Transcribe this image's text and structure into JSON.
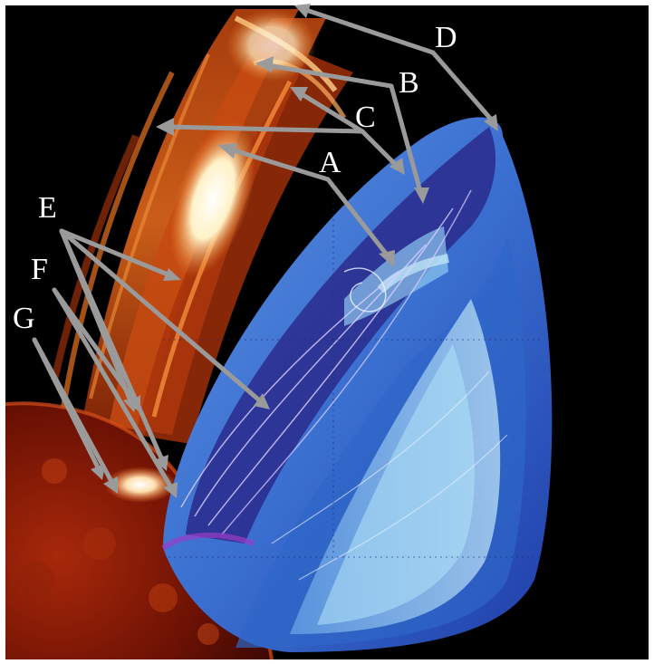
{
  "colors": {
    "background": "#000000",
    "frame": "#ffffff",
    "sun_surface": "#6e1204",
    "sun_glow": "#c2360c",
    "loop_bright": "#fff2c8",
    "loop_orange": "#e0671b",
    "model_outer": "#2f66c8",
    "model_dark": "#2a2a8c",
    "model_light": "#aee0f7",
    "arrow": "#9a9a9a",
    "label": "#ffffff"
  },
  "labels": {
    "A": "A",
    "B": "B",
    "C": "C",
    "D": "D",
    "E": "E",
    "F": "F",
    "G": "G"
  },
  "icons": {
    "pointer": "arrowhead-icon"
  }
}
